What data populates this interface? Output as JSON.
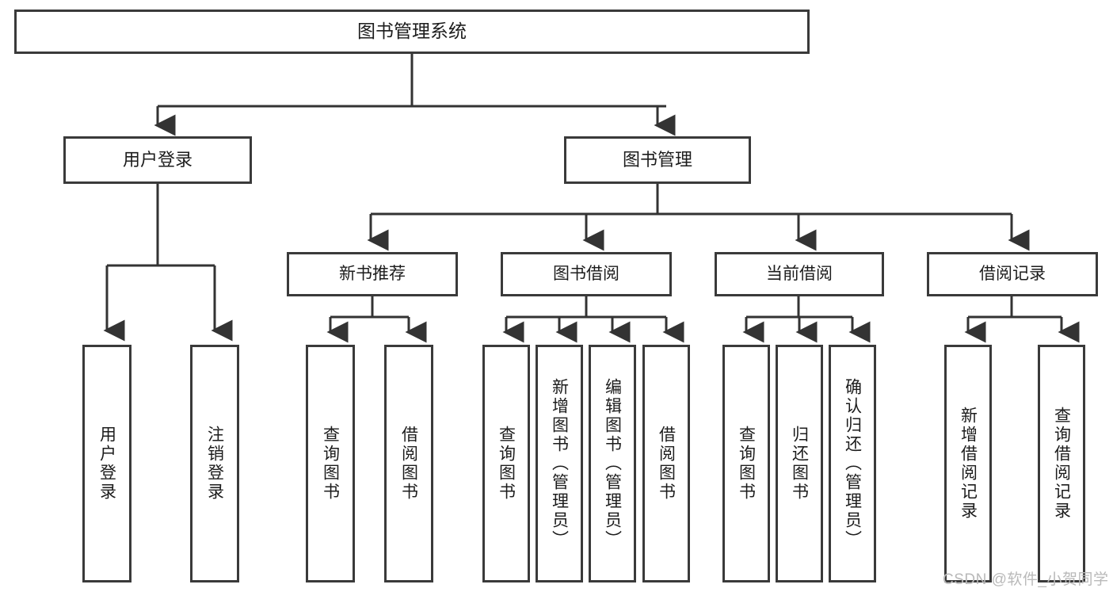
{
  "diagram": {
    "type": "tree-hierarchy",
    "title": "图书管理系统",
    "watermark": "CSDN @软件_小贺同学",
    "colors": {
      "box_border": "#3a3a3a",
      "box_fill": "#ffffff",
      "connector": "#333333",
      "text": "#1c1c1c",
      "watermark": "#b9b9b9"
    },
    "nodes": {
      "root": {
        "label": "图书管理系统"
      },
      "tier2": [
        {
          "id": "user-login",
          "label": "用户登录"
        },
        {
          "id": "book-management",
          "label": "图书管理"
        }
      ],
      "tier3": [
        {
          "id": "new-book-recommend",
          "label": "新书推荐"
        },
        {
          "id": "book-borrow",
          "label": "图书借阅"
        },
        {
          "id": "current-borrow",
          "label": "当前借阅"
        },
        {
          "id": "borrow-record",
          "label": "借阅记录"
        }
      ],
      "leaves": {
        "user_login": [
          {
            "id": "leaf-user-login",
            "label": "用户登录"
          },
          {
            "id": "leaf-logout",
            "label": "注销登录"
          }
        ],
        "new_book_recommend": [
          {
            "id": "leaf-query-book-1",
            "label": "查询图书"
          },
          {
            "id": "leaf-borrow-book-1",
            "label": "借阅图书"
          }
        ],
        "book_borrow": [
          {
            "id": "leaf-query-book-2",
            "label": "查询图书"
          },
          {
            "id": "leaf-add-book",
            "label": "新增图书（管理员）"
          },
          {
            "id": "leaf-edit-book",
            "label": "编辑图书（管理员）"
          },
          {
            "id": "leaf-borrow-book-2",
            "label": "借阅图书"
          }
        ],
        "current_borrow": [
          {
            "id": "leaf-query-book-3",
            "label": "查询图书"
          },
          {
            "id": "leaf-return-book",
            "label": "归还图书"
          },
          {
            "id": "leaf-confirm-return",
            "label": "确认归还（管理员）"
          }
        ],
        "borrow_record": [
          {
            "id": "leaf-add-record",
            "label": "新增借阅记录"
          },
          {
            "id": "leaf-query-record",
            "label": "查询借阅记录"
          }
        ]
      }
    }
  }
}
